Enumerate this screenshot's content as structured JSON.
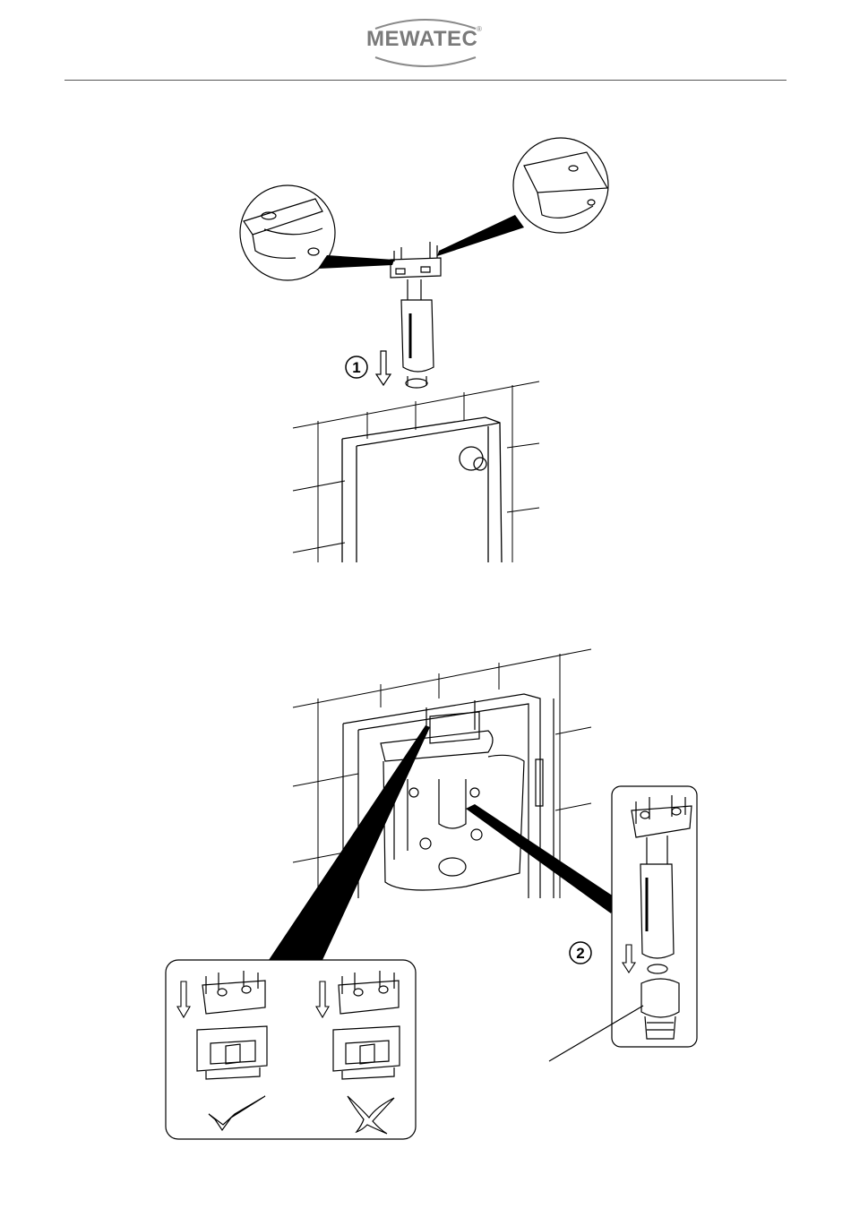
{
  "header": {
    "brand": "MEWATEC",
    "registered_mark": "®"
  },
  "figure1": {
    "step_label": "1"
  },
  "figure2": {
    "step_label": "2"
  }
}
